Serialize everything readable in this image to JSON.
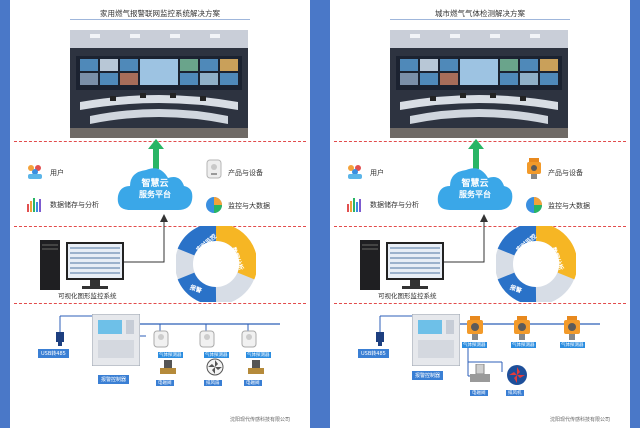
{
  "left": {
    "title": "家用燃气报警联网监控系统解决方案",
    "cloud": [
      "智慧云",
      "服务平台"
    ],
    "legend": {
      "user": "用户",
      "storage": "数据储存与分析",
      "product": "产品与设备",
      "monitor": "监控与大数据"
    },
    "wheel": [
      "实时监控",
      "数据分析",
      "报警"
    ],
    "pc_label": "可视化图形监控系统",
    "usb": "USB转485",
    "controller": "报警控制器",
    "sensor_tag": "气体探测器",
    "devices": [
      "电磁阀",
      "排风扇",
      "电磁阀"
    ],
    "footer": "沈阳现代传感科技有限公司"
  },
  "right": {
    "title": "城市燃气气体检测解决方案",
    "cloud": [
      "智慧云",
      "服务平台"
    ],
    "legend": {
      "user": "用户",
      "storage": "数据储存与分析",
      "product": "产品与设备",
      "monitor": "监控与大数据"
    },
    "wheel": [
      "实时监控",
      "数据分析",
      "报警"
    ],
    "pc_label": "可视化图形监控系统",
    "usb": "USB转485",
    "controller": "报警控制器",
    "sensor_tag": "气体探测器",
    "devices": [
      "电磁阀",
      "排风机"
    ],
    "footer": "沈阳现代传感科技有限公司"
  },
  "colors": {
    "background": "#4a78c8",
    "cloud": "#3aa7e8",
    "arrow": "#29b565",
    "dash": "#e24b4b",
    "wheel_blue": "#2a72c8",
    "wheel_yellow": "#f6b624",
    "wheel_gray": "#d7dde6",
    "wire": "#2c5fb8"
  }
}
